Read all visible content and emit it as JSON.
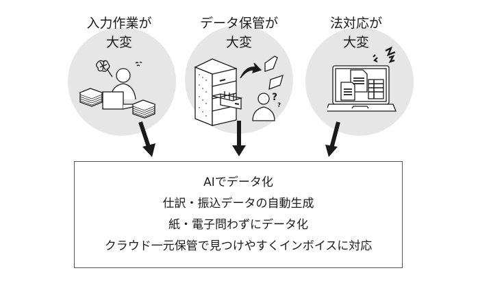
{
  "problems": [
    {
      "title_line1": "入力作業が",
      "title_line2": "大変",
      "illustration": "person-at-laptop-with-paper-stacks-icon"
    },
    {
      "title_line1": "データ保管が",
      "title_line2": "大変",
      "illustration": "filing-cabinet-confused-person-icon"
    },
    {
      "title_line1": "法対応が",
      "title_line2": "大変",
      "illustration": "laptop-with-documents-icon"
    }
  ],
  "solution": {
    "lines": [
      "AIでデータ化",
      "仕訳・振込データの自動生成",
      "紙・電子問わずにデータ化",
      "クラウド一元保管で見つけやすくインボイスに対応"
    ]
  },
  "colors": {
    "circle": "#e6e6e6",
    "ink": "#1a1a1a",
    "box_border": "#555555"
  }
}
